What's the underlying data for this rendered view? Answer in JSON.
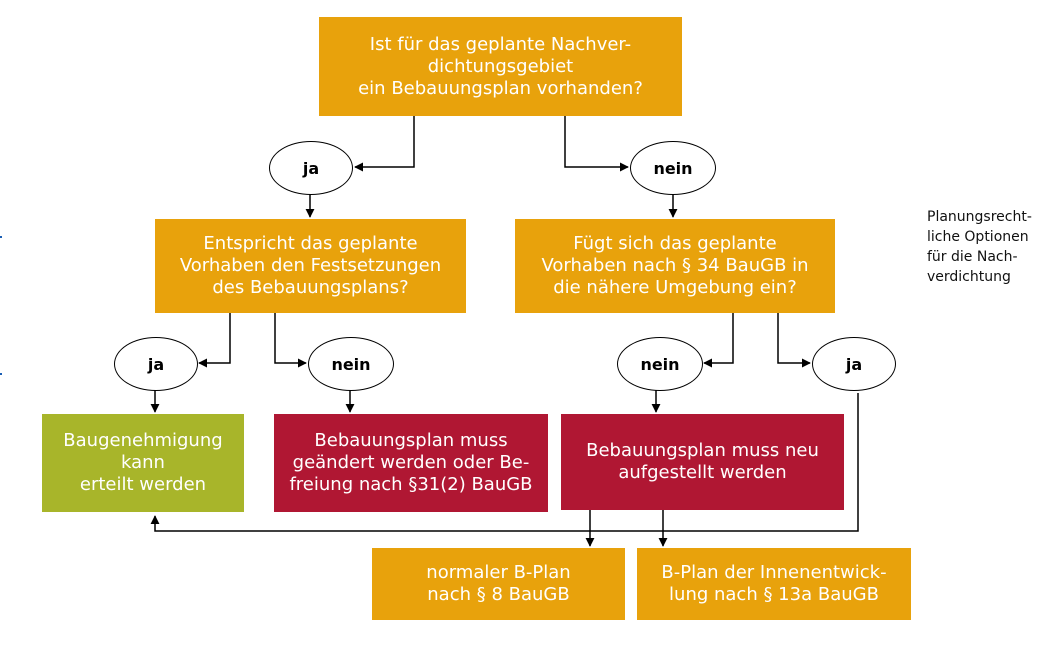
{
  "nodes": {
    "question_plan": "Ist für das geplante Nachver-\ndichtungsgebiet\nein Bebauungsplan vorhanden?",
    "question_festsetzungen": "Entspricht das geplante\nVorhaben den Festsetzungen\ndes Bebauungsplans?",
    "question_34": "Fügt sich das geplante\nVorhaben nach § 34 BauGB in\ndie nähere Umgebung ein?",
    "result_genehmigung": "Baugenehmigung\nkann\nerteilt werden",
    "result_aendern": "Bebauungsplan muss\ngeändert werden oder Be-\nfreiung nach §31(2) BauGB",
    "result_neu": "Bebauungsplan muss neu\naufgestellt werden",
    "option_normal": "normaler B-Plan\nnach § 8 BauGB",
    "option_innen": "B-Plan der Innenentwick-\nlung nach § 13a BauGB"
  },
  "decisions": {
    "yes": "ja",
    "no": "nein"
  },
  "side_note": "Planungsrecht-\nliche Optionen\nfür die Nach-\nverdichtung",
  "colors": {
    "orange": "#e8a20c",
    "red": "#b01733",
    "green": "#a8b52a",
    "line": "#000000"
  }
}
